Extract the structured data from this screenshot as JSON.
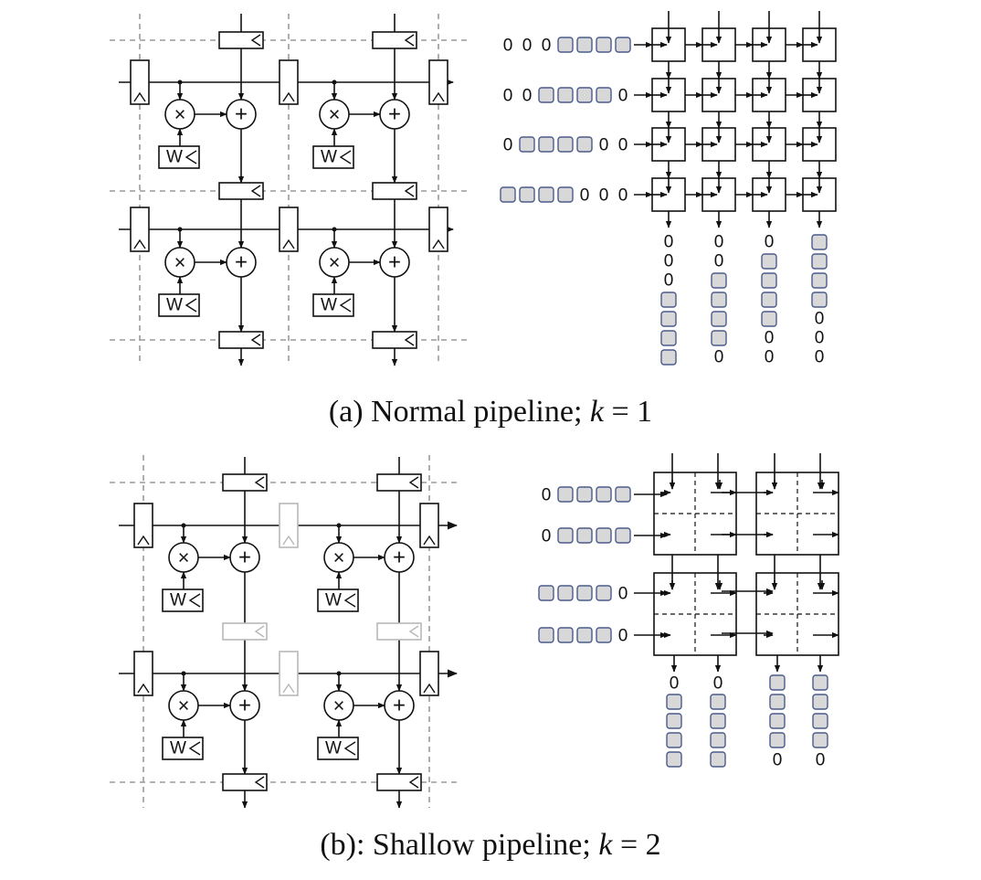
{
  "colors": {
    "ink": "#111111",
    "grid_dash": "#9a9a9a",
    "ghost": "#b8b8b8",
    "cell_fill": "#d8d8d8",
    "cell_stroke": "#4a5a8a"
  },
  "labels": {
    "weight": "W",
    "multiply": "×",
    "add": "+",
    "zero": "0"
  },
  "caption_a": {
    "prefix": "(a) Normal pipeline; ",
    "k": "k",
    "eq": " = 1"
  },
  "caption_b": {
    "prefix": "(b): Shallow pipeline; ",
    "k": "k",
    "eq": " = 2"
  },
  "panel_a": {
    "pe_grid": "4x4",
    "row_inputs": [
      [
        "0",
        "0",
        "0",
        "x",
        "x",
        "x",
        "x"
      ],
      [
        "0",
        "0",
        "x",
        "x",
        "x",
        "x",
        "0"
      ],
      [
        "0",
        "x",
        "x",
        "x",
        "x",
        "0",
        "0"
      ],
      [
        "x",
        "x",
        "x",
        "x",
        "0",
        "0",
        "0"
      ]
    ],
    "col_outputs": [
      [
        "0",
        "0",
        "0",
        "x",
        "x",
        "x",
        "x"
      ],
      [
        "0",
        "0",
        "x",
        "x",
        "x",
        "x",
        "0"
      ],
      [
        "0",
        "x",
        "x",
        "x",
        "x",
        "0",
        "0"
      ],
      [
        "x",
        "x",
        "x",
        "x",
        "0",
        "0",
        "0"
      ]
    ]
  },
  "panel_b": {
    "pe_grid": "2x2 blocks of 2x2",
    "row_inputs": [
      [
        "0",
        "x",
        "x",
        "x",
        "x"
      ],
      [
        "0",
        "x",
        "x",
        "x",
        "x"
      ],
      [
        "x",
        "x",
        "x",
        "x",
        "0"
      ],
      [
        "x",
        "x",
        "x",
        "x",
        "0"
      ]
    ],
    "col_outputs": [
      [
        "0",
        "x",
        "x",
        "x",
        "x"
      ],
      [
        "0",
        "x",
        "x",
        "x",
        "x"
      ],
      [
        "x",
        "x",
        "x",
        "x",
        "0"
      ],
      [
        "x",
        "x",
        "x",
        "x",
        "0"
      ]
    ]
  }
}
